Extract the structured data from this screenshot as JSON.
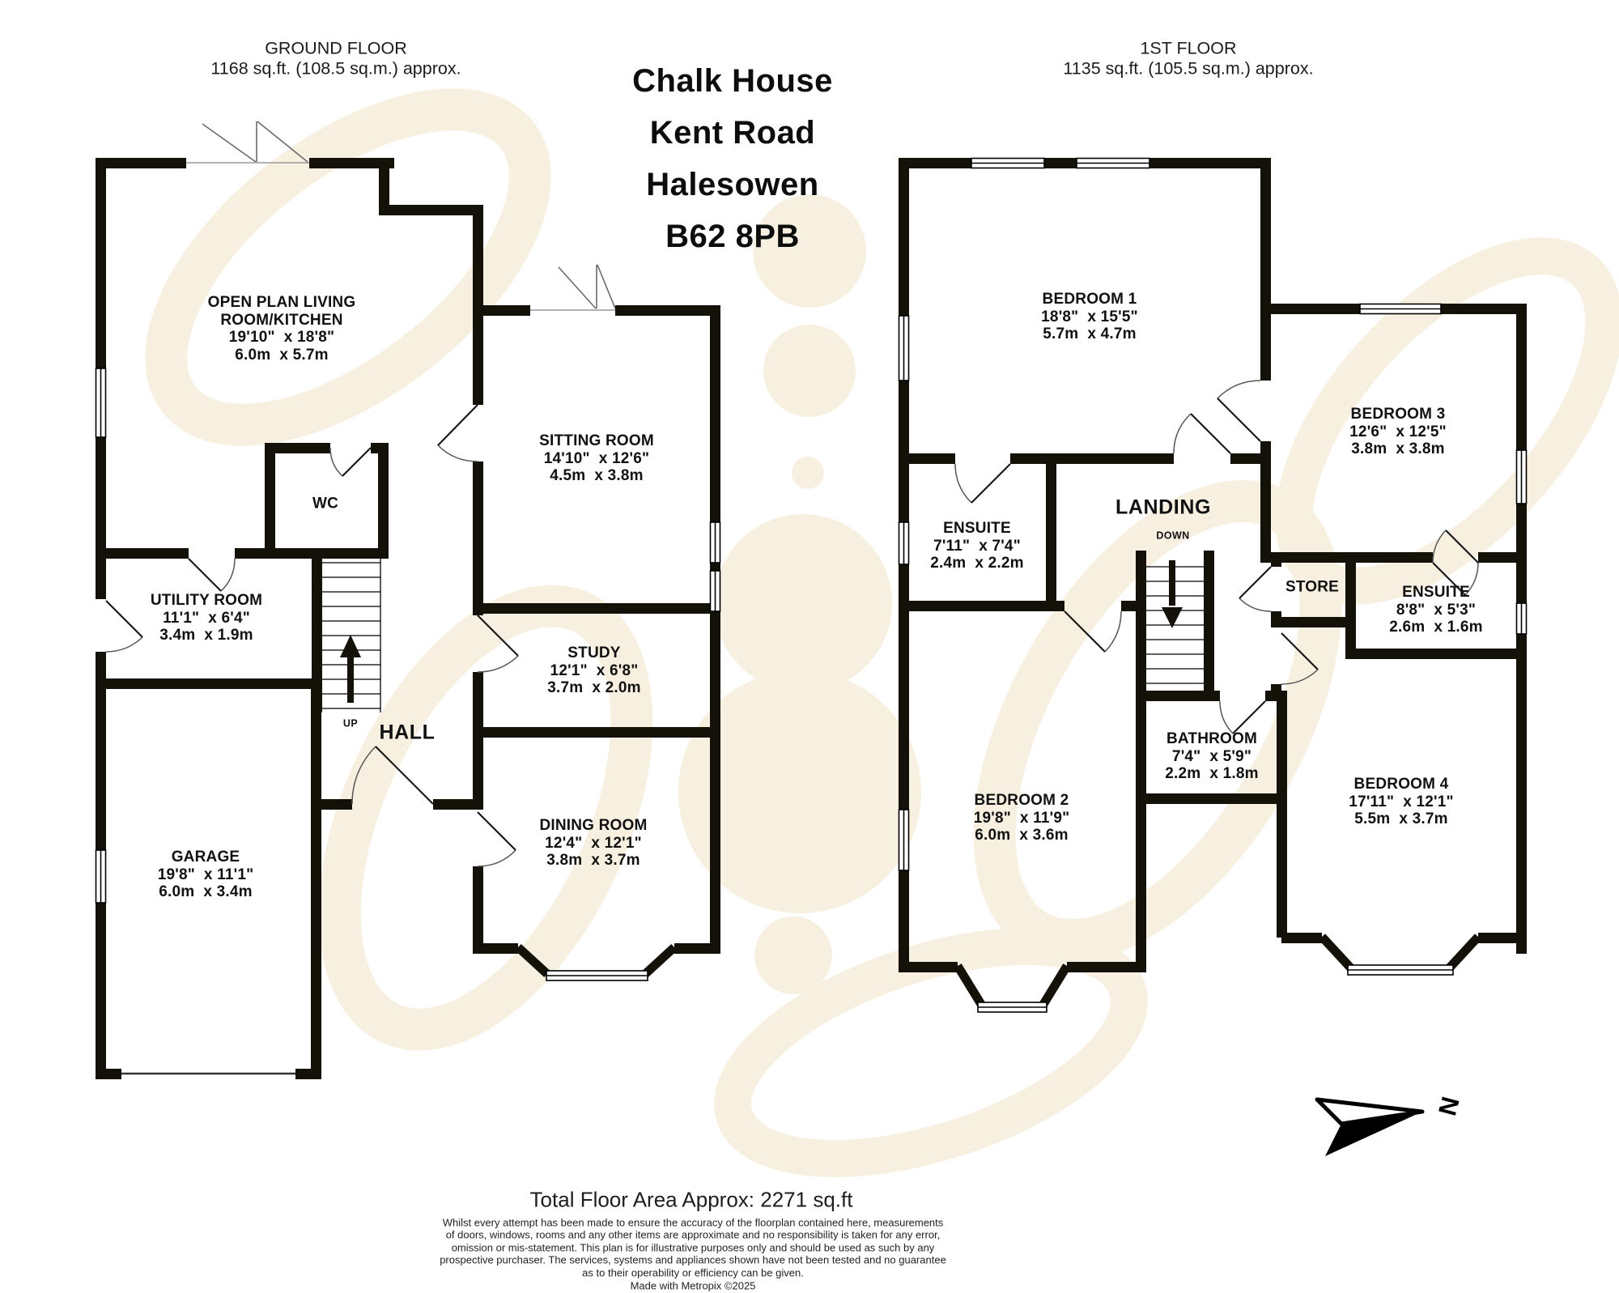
{
  "address": "Chalk House\nKent Road\nHalesowen\nB62 8PB",
  "floors": {
    "ground": {
      "header": "GROUND FLOOR\n1168 sq.ft. (108.5 sq.m.) approx.",
      "rooms": {
        "open_plan": "OPEN PLAN LIVING\nROOM/KITCHEN\n19'10\"  x 18'8\"\n6.0m  x 5.7m",
        "sitting": "SITTING ROOM\n14'10\"  x 12'6\"\n4.5m  x 3.8m",
        "wc": "WC",
        "utility": "UTILITY ROOM\n11'1\"  x 6'4\"\n3.4m  x 1.9m",
        "study": "STUDY\n12'1\"  x 6'8\"\n3.7m  x 2.0m",
        "hall": "HALL",
        "up": "UP",
        "garage": "GARAGE\n19'8\"  x 11'1\"\n6.0m  x 3.4m",
        "dining": "DINING ROOM\n12'4\"  x 12'1\"\n3.8m  x 3.7m"
      }
    },
    "first": {
      "header": "1ST FLOOR\n1135 sq.ft. (105.5 sq.m.) approx.",
      "rooms": {
        "bedroom1": "BEDROOM 1\n18'8\"  x 15'5\"\n5.7m  x 4.7m",
        "bedroom3": "BEDROOM 3\n12'6\"  x 12'5\"\n3.8m  x 3.8m",
        "ensuite1": "ENSUITE\n7'11\"  x 7'4\"\n2.4m  x 2.2m",
        "landing": "LANDING",
        "down": "DOWN",
        "store": "STORE",
        "ensuite2": "ENSUITE\n8'8\"  x 5'3\"\n2.6m  x 1.6m",
        "bathroom": "BATHROOM\n7'4\"  x 5'9\"\n2.2m  x 1.8m",
        "bedroom2": "BEDROOM 2\n19'8\"  x 11'9\"\n6.0m  x 3.6m",
        "bedroom4": "BEDROOM 4\n17'11\"  x 12'1\"\n5.5m  x 3.7m"
      }
    }
  },
  "compass": "N",
  "footer": {
    "total": "Total Floor Area Approx: 2271 sq.ft",
    "disclaimer": "Whilst every attempt has been made to ensure the accuracy of the floorplan contained here, measurements\nof doors, windows, rooms and any other items are approximate and no responsibility is taken for any error,\nomission or mis-statement. This plan is for illustrative purposes only and should be used as such by any\nprospective purchaser. The services, systems and appliances shown have not been tested and no guarantee\nas to their operability or efficiency can be given.",
    "credit": "Made with Metropix ©2025"
  },
  "colors": {
    "wall": "#131108",
    "watermark": "#f6efdd",
    "text": "#111111"
  }
}
